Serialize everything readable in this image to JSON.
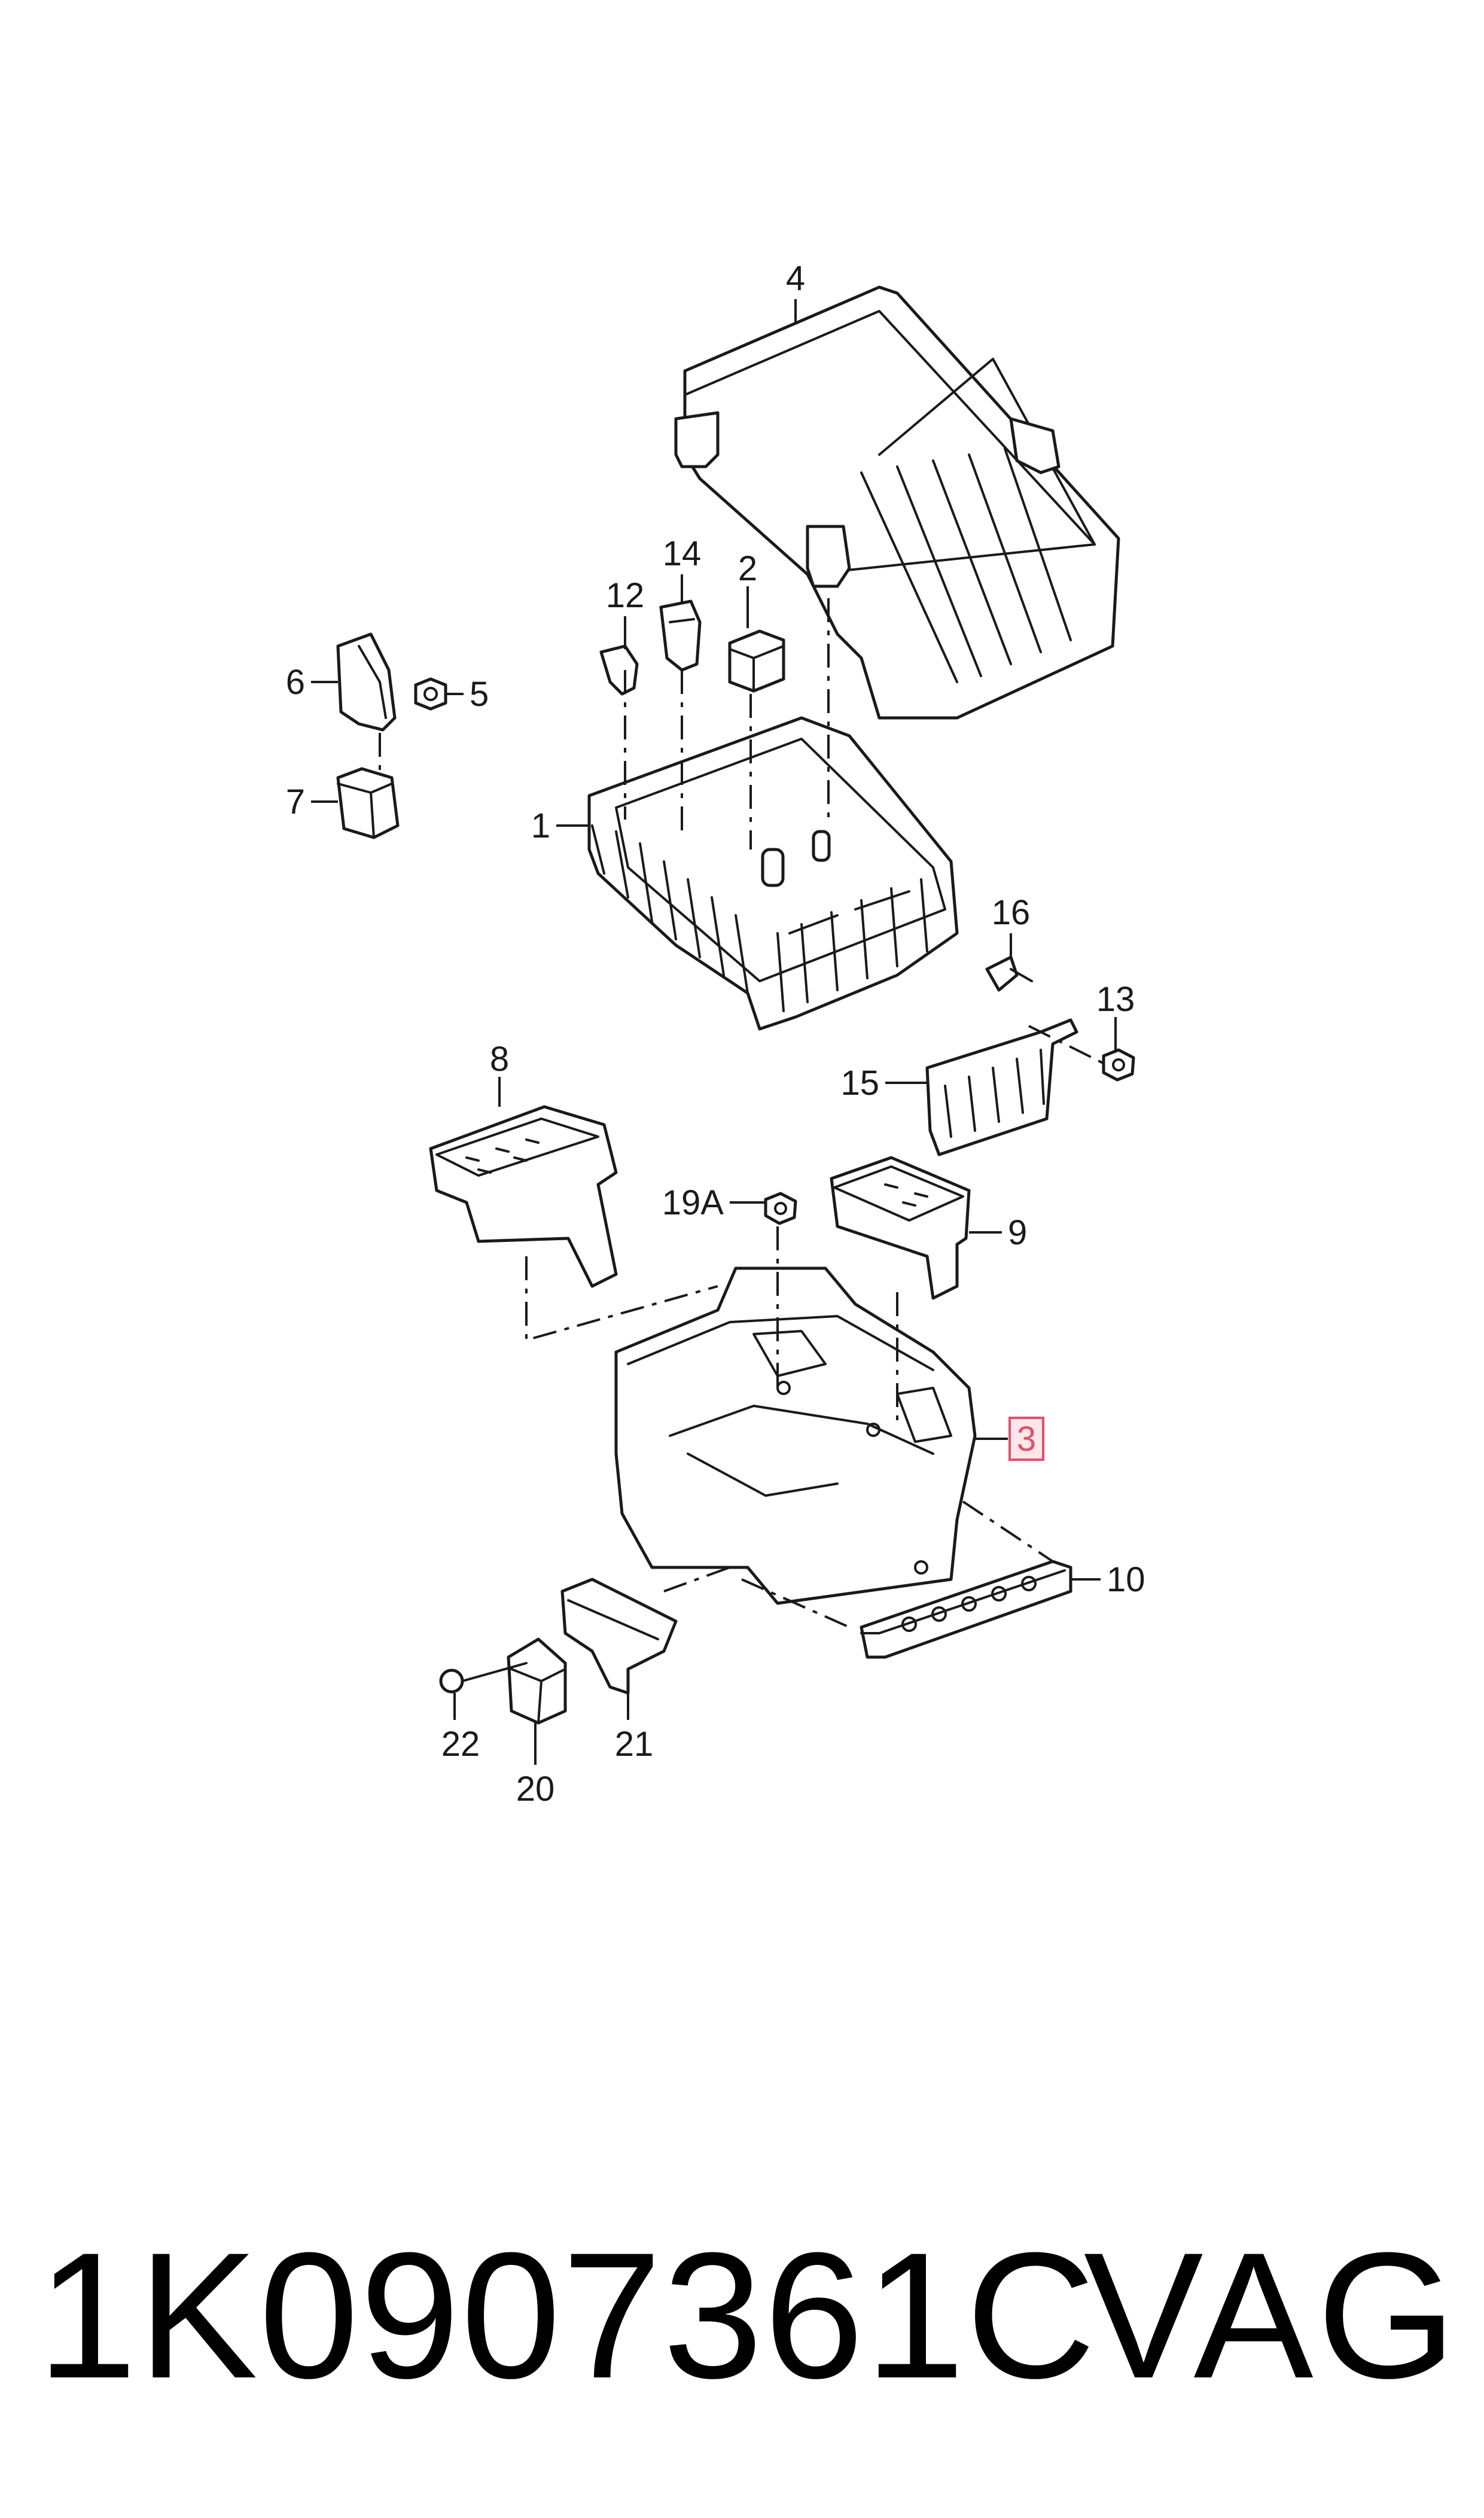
{
  "diagram": {
    "callouts": {
      "c1": "1",
      "c2": "2",
      "c3": "3",
      "c4": "4",
      "c5": "5",
      "c6": "6",
      "c7": "7",
      "c8": "8",
      "c9": "9",
      "c10": "10",
      "c12": "12",
      "c13": "13",
      "c14": "14",
      "c15": "15",
      "c16": "16",
      "c19a": "19A",
      "c20": "20",
      "c21": "21",
      "c22": "22"
    },
    "highlighted_callout": "3",
    "highlight_color": "#e0506a"
  },
  "footer": {
    "part_number": "1K0907361C",
    "brand": "VAG"
  }
}
